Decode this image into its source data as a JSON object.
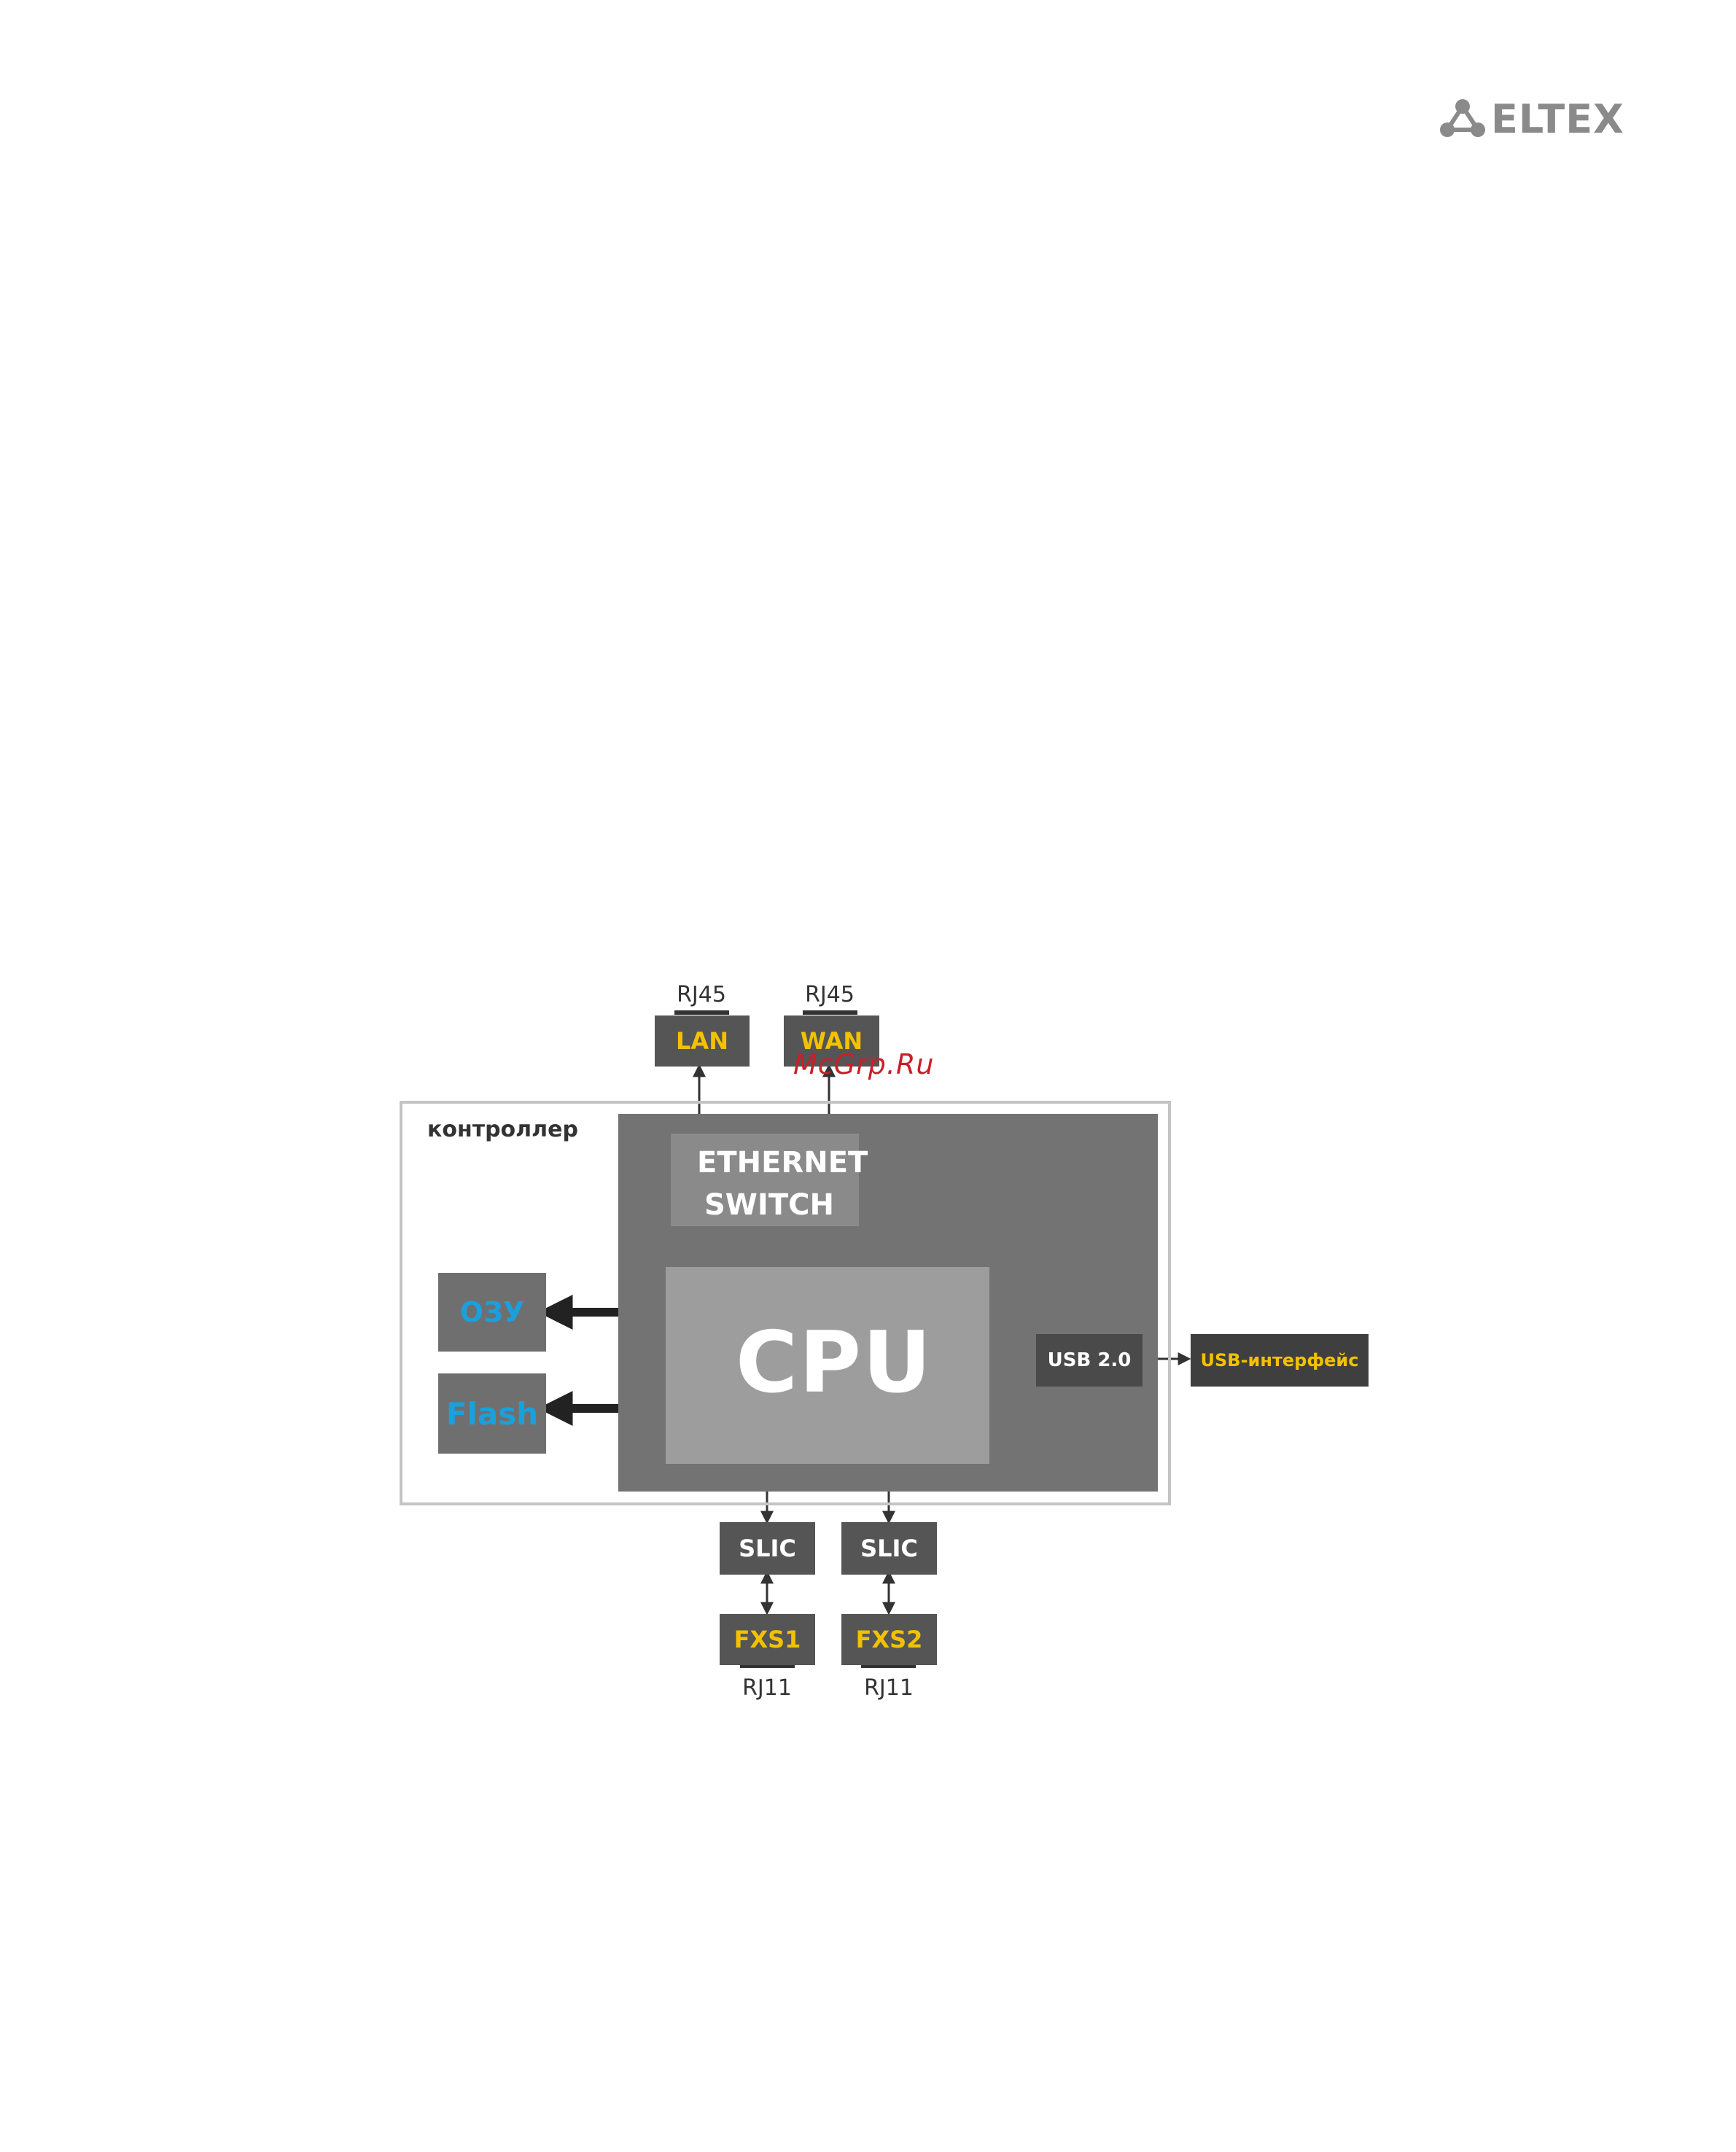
{
  "brand": {
    "name": "ELTEX"
  },
  "watermark": "McGrp.Ru",
  "diagram": {
    "controller_label": "контроллер",
    "ports_top": [
      {
        "connector": "RJ45",
        "label": "LAN"
      },
      {
        "connector": "RJ45",
        "label": "WAN"
      }
    ],
    "ethernet_switch": {
      "line1": "ETHERNET",
      "line2": "SWITCH"
    },
    "cpu": "CPU",
    "memory": {
      "ram": "ОЗУ",
      "flash": "Flash"
    },
    "usb": {
      "chip": "USB 2.0",
      "interface": "USB-интерфейс"
    },
    "slics": [
      "SLIC",
      "SLIC"
    ],
    "ports_bottom": [
      {
        "label": "FXS1",
        "connector": "RJ11"
      },
      {
        "label": "FXS2",
        "connector": "RJ11"
      }
    ]
  },
  "colors": {
    "port_box": "#555555",
    "inner_block": "#737373",
    "cpu_block": "#9d9d9d",
    "usb_interface_box": "#3f3f3f",
    "port_label": "#f2c200",
    "memory_label": "#1aa0dc",
    "watermark": "#c8202a"
  }
}
